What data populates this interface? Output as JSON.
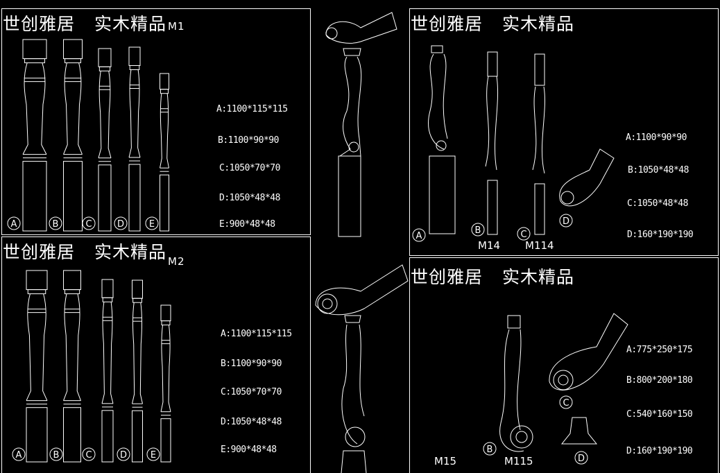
{
  "panels": [
    {
      "id": "m1",
      "brand": "世创雅居",
      "subtitle": "实木精品",
      "code": "M1",
      "labels": [
        "A",
        "B",
        "C",
        "D",
        "E"
      ],
      "specs": [
        "A:1100*115*115",
        "B:1100*90*90",
        "C:1050*70*70",
        "D:1050*48*48",
        "E:900*48*48"
      ]
    },
    {
      "id": "m2",
      "brand": "世创雅居",
      "subtitle": "实木精品",
      "code": "M2",
      "labels": [
        "A",
        "B",
        "C",
        "D",
        "E"
      ],
      "specs": [
        "A:1100*115*115",
        "B:1100*90*90",
        "C:1050*70*70",
        "D:1050*48*48",
        "E:900*48*48"
      ]
    },
    {
      "id": "m14",
      "brand": "世创雅居",
      "subtitle": "实木精品",
      "labels": [
        "A",
        "B",
        "C",
        "D"
      ],
      "models": [
        "M14",
        "M114"
      ],
      "specs": [
        "A:1100*90*90",
        "B:1050*48*48",
        "C:1050*48*48",
        "D:160*190*190"
      ]
    },
    {
      "id": "m15",
      "brand": "世创雅居",
      "subtitle": "实木精品",
      "labels": [
        "B",
        "C",
        "D"
      ],
      "models": [
        "M15",
        "M115"
      ],
      "specs": [
        "A:775*250*175",
        "B:800*200*180",
        "C:540*160*150",
        "D:160*190*190"
      ]
    }
  ]
}
